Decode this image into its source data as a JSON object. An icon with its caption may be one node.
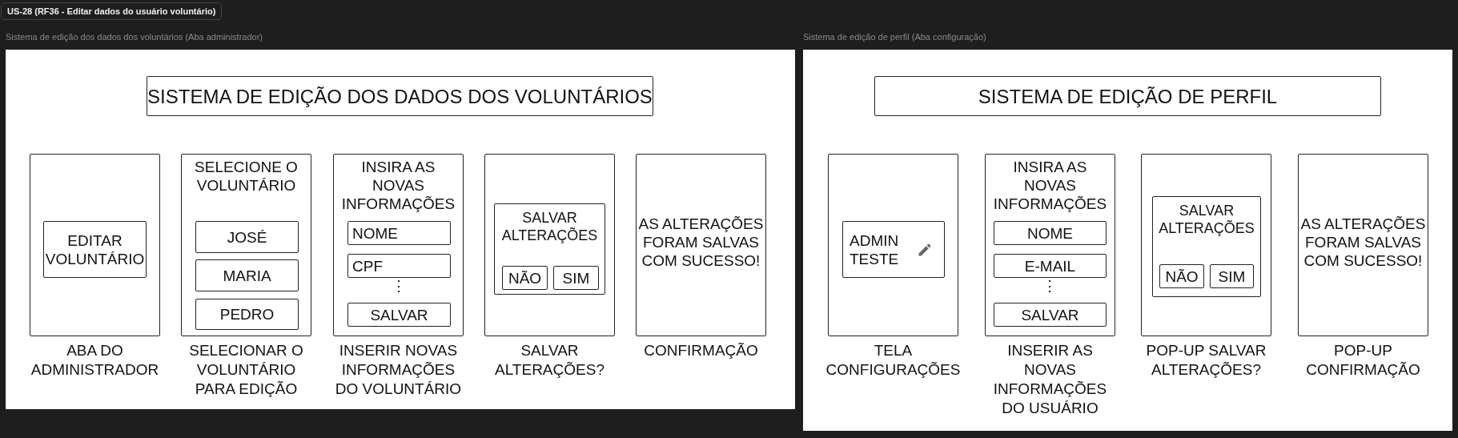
{
  "diagram": {
    "title": "US-28 (RF36 - Editar dados do usuário voluntário)",
    "nodes": [
      {
        "text": [
          "Sistema de edição dos dados dos voluntários (Aba administrador)"
        ]
      },
      {
        "text": [
          "SISTEMA DE EDIÇÃO DOS DADOS DOS VOLUNTÁRIOS"
        ],
        "in": 0
      },
      {
        "text": [],
        "shape": "box",
        "in": 0,
        "beside": [
          "ABA DO ADMINISTRADOR"
        ]
      },
      {
        "text": [
          "EDITAR VOLUNTÁRIO"
        ],
        "in": 2
      },
      {
        "text": [
          "SELECIONE O VOLUNTÁRIO"
        ],
        "in": 0,
        "beside": [
          "SELECIONAR O VOLUNTÁRIO PARA EDIÇÃO"
        ]
      },
      {
        "text": [
          "JOSÉ"
        ],
        "in": 4
      },
      {
        "text": [
          "MARIA"
        ],
        "in": 4
      },
      {
        "text": [
          "PEDRO"
        ],
        "in": 4
      },
      {
        "text": [
          "INSIRA AS NOVAS INFORMAÇÕES"
        ],
        "in": 0,
        "beside": [
          "INSERIR NOVAS INFORMAÇÕES DO VOLUNTÁRIO"
        ]
      },
      {
        "text": [
          "NOME"
        ],
        "in": 8
      },
      {
        "text": [
          "CPF"
        ],
        "in": 8
      },
      {
        "text": [
          "SALVAR"
        ],
        "in": 8
      },
      {
        "text": [],
        "shape": "box",
        "in": 0,
        "beside": [
          "SALVAR ALTERAÇÕES?"
        ]
      },
      {
        "text": [
          "SALVAR ALTERAÇÕES"
        ],
        "in": 12
      },
      {
        "text": [
          "NÃO"
        ],
        "in": 13
      },
      {
        "text": [
          "SIM"
        ],
        "in": 13
      },
      {
        "text": [
          "AS ALTERAÇÕES FORAM SALVAS COM SUCESSO!"
        ],
        "in": 0,
        "beside": [
          "CONFIRMAÇÃO"
        ]
      },
      {
        "text": [
          "Sistema de edição de perfil (Aba configuração)"
        ]
      },
      {
        "text": [
          "SISTEMA DE EDIÇÃO DE PERFIL"
        ],
        "in": 17
      },
      {
        "text": [],
        "shape": "box",
        "in": 17,
        "beside": [
          "TELA CONFIGURAÇÕES"
        ]
      },
      {
        "text": [
          "ADMIN TESTE"
        ],
        "in": 19
      },
      {
        "text": [
          "INSIRA AS NOVAS INFORMAÇÕES"
        ],
        "in": 17,
        "beside": [
          "INSERIR AS NOVAS INFORMAÇÕES DO USUÁRIO"
        ]
      },
      {
        "text": [
          "NOME"
        ],
        "in": 21
      },
      {
        "text": [
          "E-MAIL"
        ],
        "in": 21
      },
      {
        "text": [
          "SALVAR"
        ],
        "in": 21
      },
      {
        "text": [],
        "shape": "box",
        "in": 17,
        "beside": [
          "POP-UP SALVAR ALTERAÇÕES?"
        ]
      },
      {
        "text": [
          "SALVAR ALTERAÇÕES"
        ],
        "in": 25
      },
      {
        "text": [
          "NÃO"
        ],
        "in": 26
      },
      {
        "text": [
          "SIM"
        ],
        "in": 26
      },
      {
        "text": [
          "AS ALTERAÇÕES FORAM SALVAS COM SUCESSO!"
        ],
        "in": 17,
        "beside": [
          "POP-UP CONFIRMAÇÃO"
        ]
      }
    ],
    "labels": [
      "⋮",
      "⋮"
    ]
  }
}
